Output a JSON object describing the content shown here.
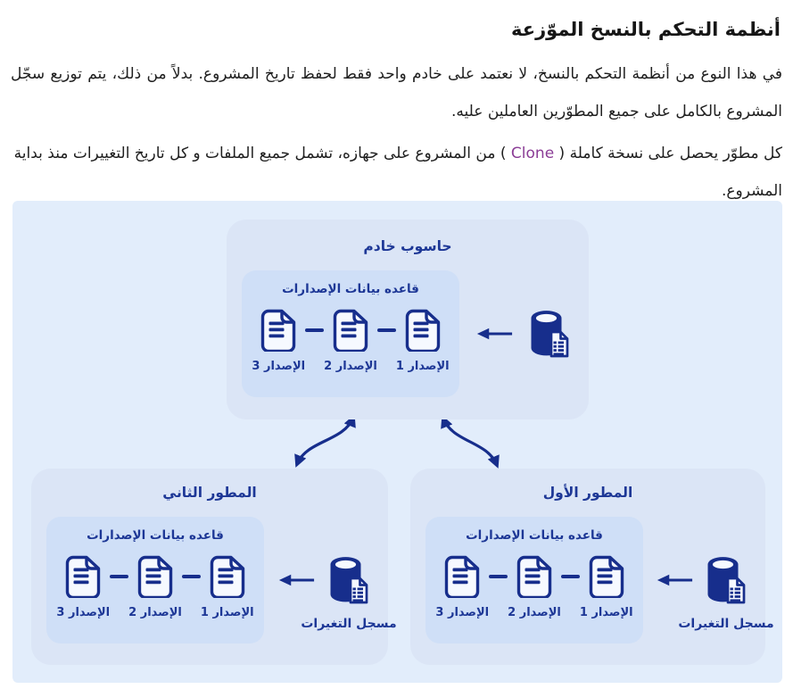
{
  "document": {
    "title": "أنظمة التحكم بالنسخ الموّزعة",
    "paragraph_intro": "في هذا النوع من أنظمة التحكم بالنسخ، لا نعتمد على خادم واحد فقط لحفظ تاريخ المشروع. بدلاً من ذلك، يتم توزيع سجّل المشروع بالكامل على جميع المطوّرين العاملين عليه.",
    "paragraph_clone": {
      "before": "كل مطوّر يحصل على نسخة كاملة ( ",
      "code": "Clone",
      "after": " ) من المشروع على جهازه، تشمل جميع الملفات و كل تاريخ التغييرات منذ بداية المشروع."
    }
  },
  "diagram": {
    "server": {
      "title": "حاسوب خادم",
      "db_title": "قاعده بيانات الإصدارات",
      "versions": [
        "الإصدار 1",
        "الإصدار 2",
        "الإصدار 3"
      ]
    },
    "developer_right": {
      "title": "المطور الأول",
      "db_title": "قاعده بيانات الإصدارات",
      "versions": [
        "الإصدار 1",
        "الإصدار 2",
        "الإصدار 3"
      ],
      "changes_label": "مسجل التغيرات"
    },
    "developer_left": {
      "title": "المطور الثاني",
      "db_title": "قاعده بيانات الإصدارات",
      "versions": [
        "الإصدار 1",
        "الإصدار 2",
        "الإصدار 3"
      ],
      "changes_label": "مسجل التغيرات"
    }
  },
  "colors": {
    "navy": "#172E8C",
    "diagram_text": "#1D3796",
    "highlight": "#8B3D96",
    "diagram_bg": "#E2EDFB",
    "box_bg": "#DBE5F6",
    "inner_bg": "#CFDFF7"
  }
}
